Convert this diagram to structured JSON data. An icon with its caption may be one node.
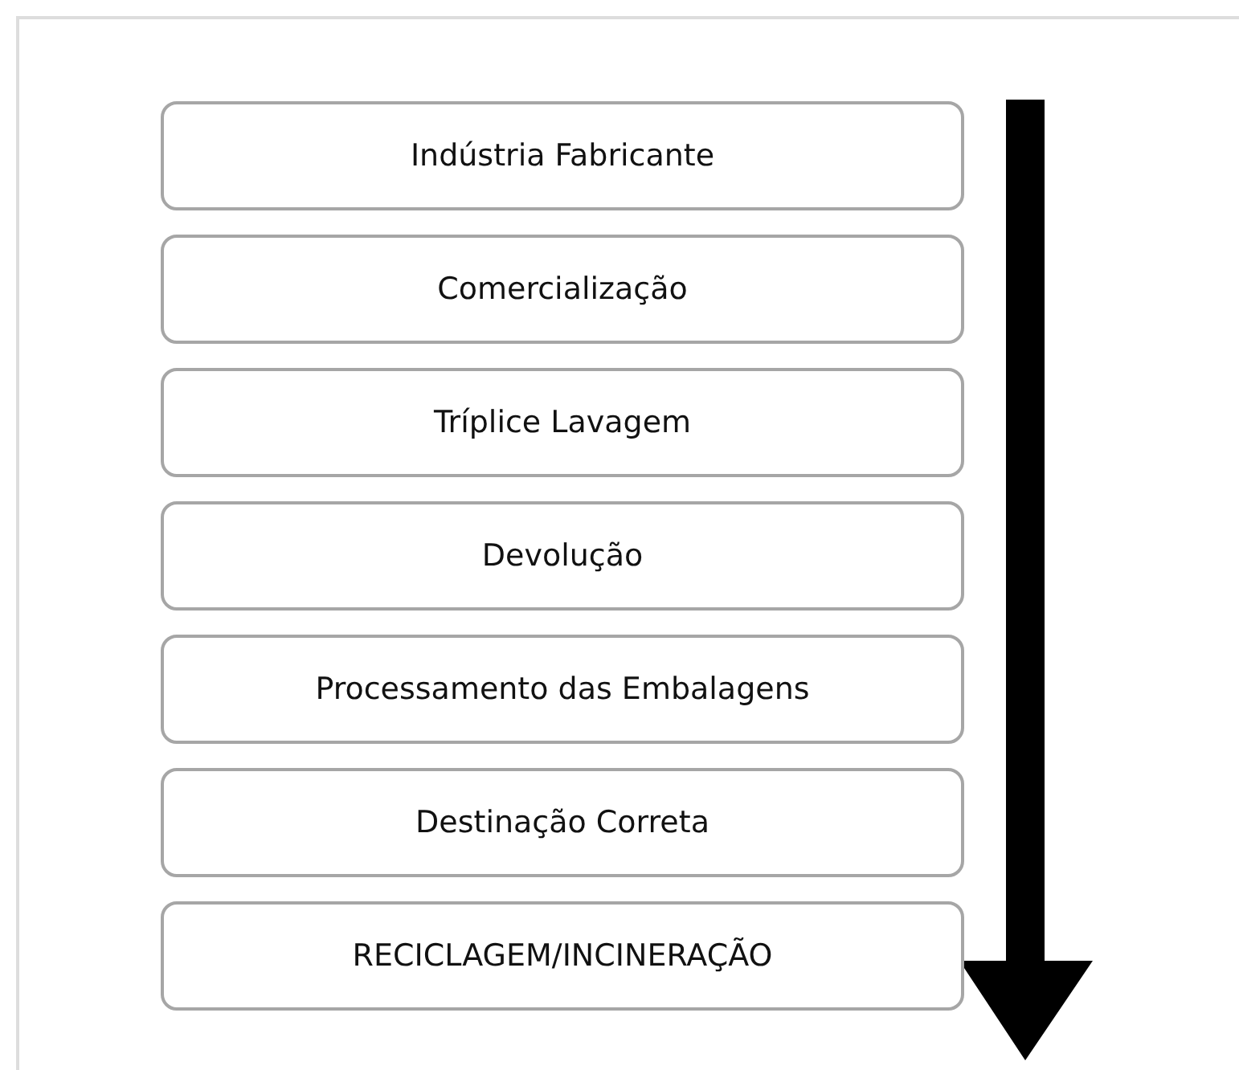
{
  "diagram": {
    "nodes": [
      {
        "text": [
          "Indústria Fabricante"
        ]
      },
      {
        "text": [
          "Comercialização"
        ]
      },
      {
        "text": [
          "Tríplice Lavagem"
        ]
      },
      {
        "text": [
          "Devolução"
        ]
      },
      {
        "text": [
          "Processamento das Embalagens"
        ]
      },
      {
        "text": [
          "Destinação Correta"
        ]
      },
      {
        "text": [
          "RECICLAGEM/INCINERAÇÃO"
        ]
      }
    ]
  }
}
